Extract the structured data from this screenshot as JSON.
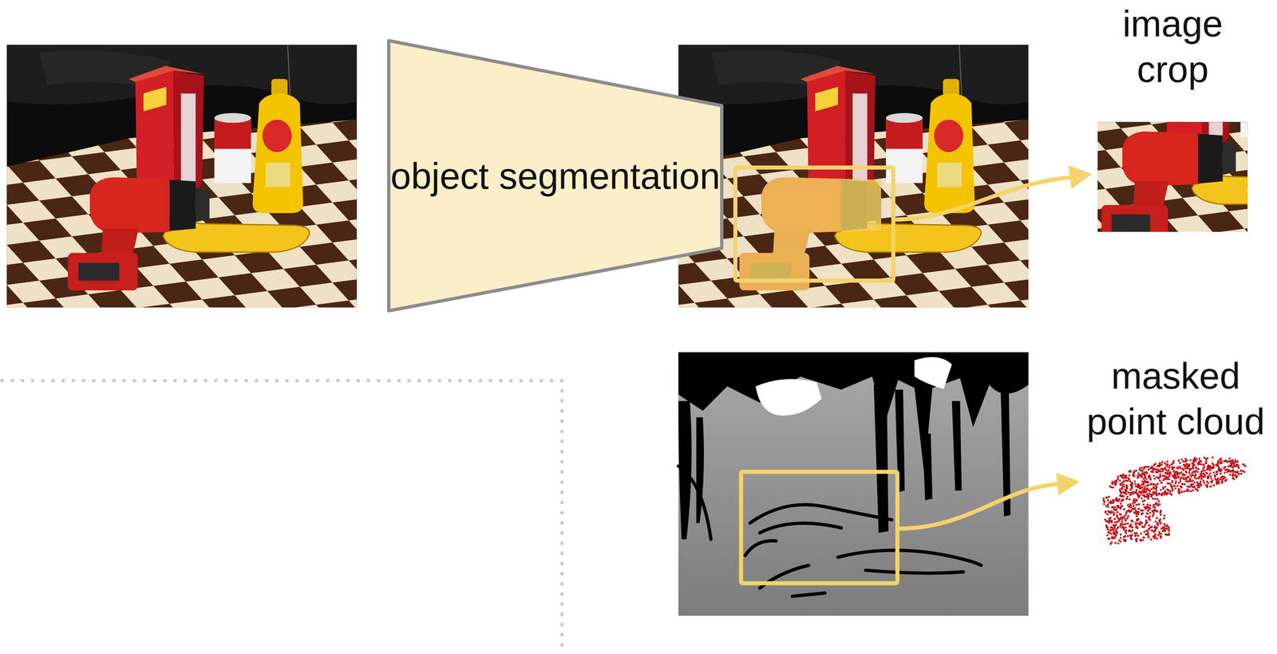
{
  "diagram": {
    "nodes": [
      {
        "text": [
          "object segmentation"
        ]
      }
    ],
    "labels": [
      "image crop",
      "masked point cloud"
    ]
  }
}
